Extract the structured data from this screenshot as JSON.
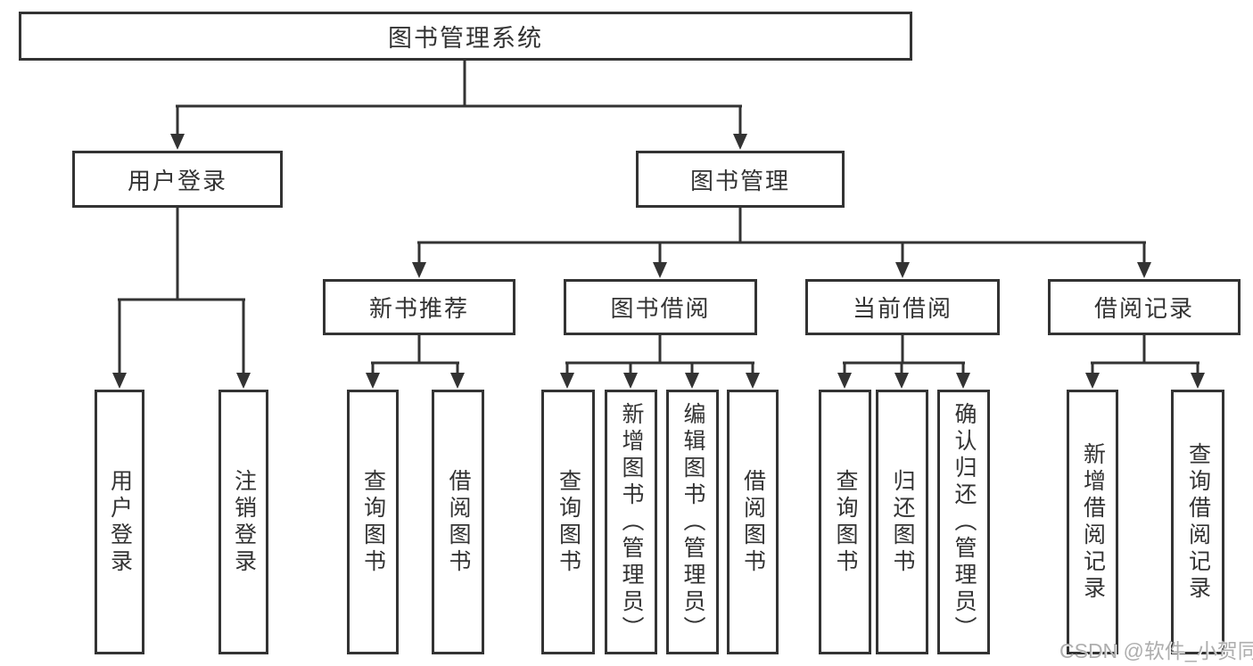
{
  "colors": {
    "line": "#333333",
    "text": "#333333",
    "background": "#ffffff",
    "watermark": "#aeaeae"
  },
  "diagram": {
    "root": {
      "label": "图书管理系统"
    },
    "branches": [
      {
        "label": "用户登录"
      },
      {
        "label": "图书管理"
      }
    ],
    "sections": [
      {
        "label": "新书推荐"
      },
      {
        "label": "图书借阅"
      },
      {
        "label": "当前借阅"
      },
      {
        "label": "借阅记录"
      }
    ],
    "leaves": [
      {
        "label": "用户登录"
      },
      {
        "label": "注销登录"
      },
      {
        "label": "查询图书"
      },
      {
        "label": "借阅图书"
      },
      {
        "label": "查询图书"
      },
      {
        "label": "新增图书（管理员）"
      },
      {
        "label": "编辑图书（管理员）"
      },
      {
        "label": "借阅图书"
      },
      {
        "label": "查询图书"
      },
      {
        "label": "归还图书"
      },
      {
        "label": "确认归还（管理员）"
      },
      {
        "label": "新增借阅记录"
      },
      {
        "label": "查询借阅记录"
      }
    ]
  },
  "watermark": {
    "text": "CSDN @软件_小贺同学"
  }
}
